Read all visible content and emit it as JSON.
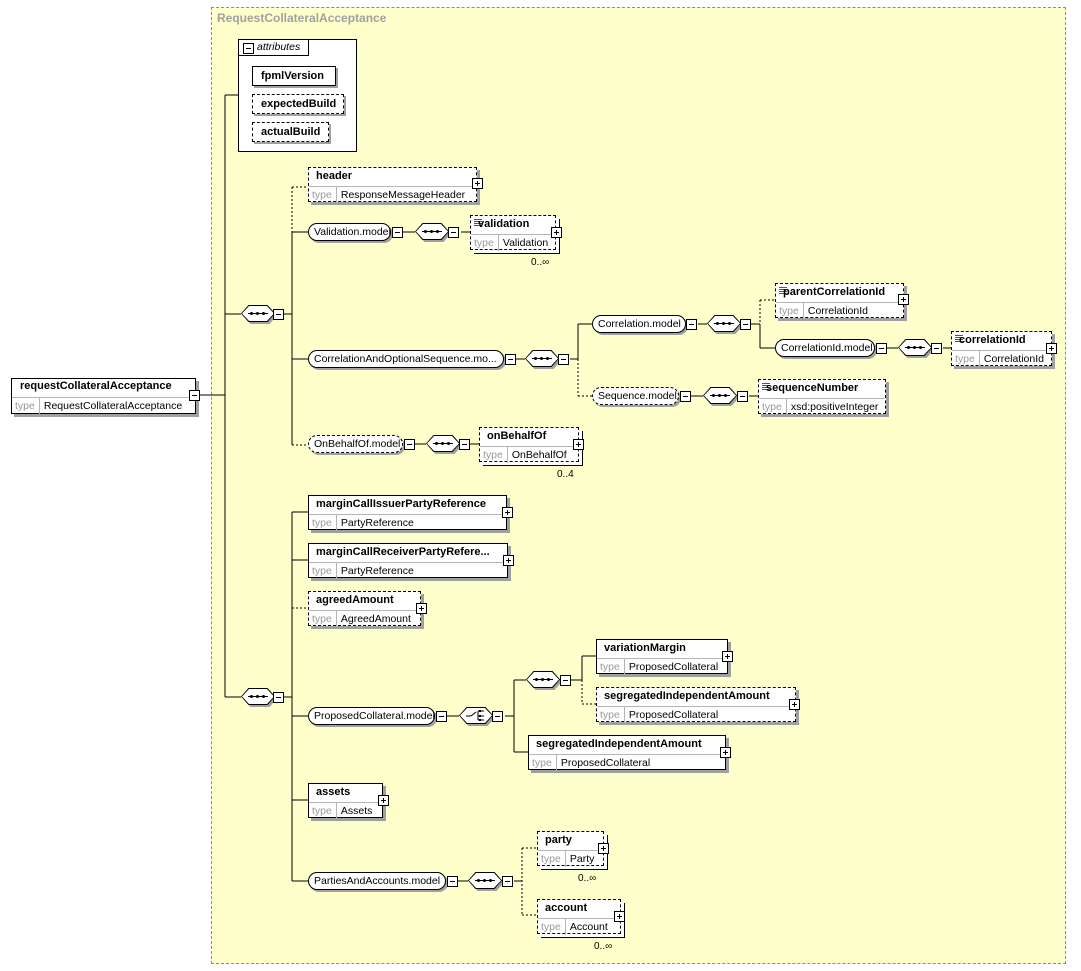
{
  "diagram": {
    "frame_title": "RequestCollateralAcceptance",
    "type_label": "type",
    "root": {
      "name": "requestCollateralAcceptance",
      "type": "RequestCollateralAcceptance"
    },
    "attributes": {
      "header_label": "attributes",
      "items": [
        "fpmlVersion",
        "expectedBuild",
        "actualBuild"
      ]
    },
    "header": {
      "name": "header",
      "type": "ResponseMessageHeader"
    },
    "validation_model": {
      "label": "Validation.model"
    },
    "validation": {
      "name": "validation",
      "type": "Validation",
      "card": "0..∞"
    },
    "correlation_seq_model": {
      "label": "CorrelationAndOptionalSequence.mo..."
    },
    "correlation_model": {
      "label": "Correlation.model"
    },
    "parent_correlation_id": {
      "name": "parentCorrelationId",
      "type": "CorrelationId"
    },
    "correlation_id_model": {
      "label": "CorrelationId.model"
    },
    "correlation_id": {
      "name": "correlationId",
      "type": "CorrelationId"
    },
    "sequence_model": {
      "label": "Sequence.model"
    },
    "sequence_number": {
      "name": "sequenceNumber",
      "type": "xsd:positiveInteger"
    },
    "on_behalf_of_model": {
      "label": "OnBehalfOf.model"
    },
    "on_behalf_of": {
      "name": "onBehalfOf",
      "type": "OnBehalfOf",
      "card": "0..4"
    },
    "issuer_ref": {
      "name": "marginCallIssuerPartyReference",
      "type": "PartyReference"
    },
    "receiver_ref": {
      "name": "marginCallReceiverPartyRefere...",
      "type": "PartyReference"
    },
    "agreed_amount": {
      "name": "agreedAmount",
      "type": "AgreedAmount"
    },
    "proposed_model": {
      "label": "ProposedCollateral.model"
    },
    "variation_margin": {
      "name": "variationMargin",
      "type": "ProposedCollateral"
    },
    "seg_amount_opt": {
      "name": "segregatedIndependentAmount",
      "type": "ProposedCollateral"
    },
    "seg_amount": {
      "name": "segregatedIndependentAmount",
      "type": "ProposedCollateral"
    },
    "assets": {
      "name": "assets",
      "type": "Assets"
    },
    "parties_model": {
      "label": "PartiesAndAccounts.model"
    },
    "party": {
      "name": "party",
      "type": "Party",
      "card": "0..∞"
    },
    "account": {
      "name": "account",
      "type": "Account",
      "card": "0..∞"
    }
  }
}
